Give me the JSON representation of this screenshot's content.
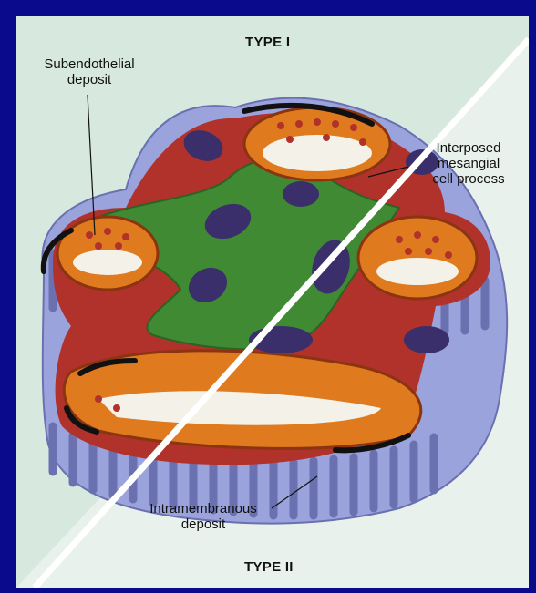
{
  "figure": {
    "type_top": "TYPE I",
    "type_bottom": "TYPE II",
    "labels": {
      "subendothelial_line1": "Subendothelial",
      "subendothelial_line2": "deposit",
      "interposed_line1": "Interposed",
      "interposed_line2": "mesangial",
      "interposed_line3": "cell process",
      "intramembranous_line1": "Intramembranous",
      "intramembranous_line2": "deposit"
    },
    "colors": {
      "frame": "#0a0a8c",
      "panel_background": "#d7e9df",
      "basement_membrane": "#b0322a",
      "endothelium": "#e07a1e",
      "mesangium": "#3f8a33",
      "podocyte": "#9aa3dc",
      "nucleus": "#3a2e6b",
      "deposit": "#111111"
    }
  }
}
